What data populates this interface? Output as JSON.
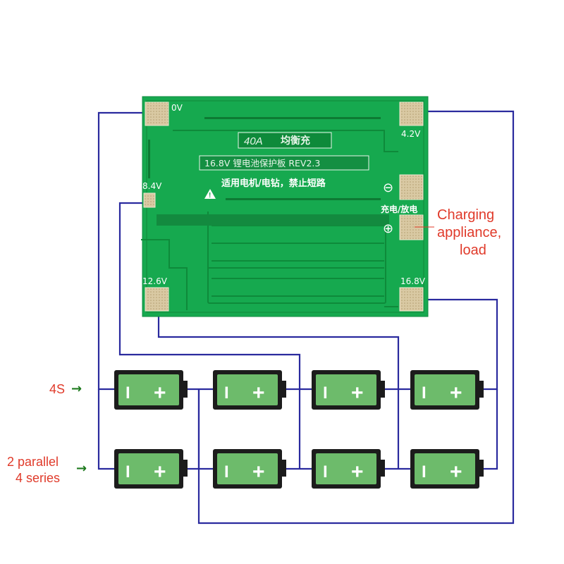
{
  "board": {
    "model_label": "40A",
    "model_label_cn": "均衡充",
    "spec_label": "16.8V 锂电池保护板 REV2.3",
    "warning_text": "适用电机/电钻，禁止短路",
    "warning_symbol": "!",
    "pad_labels": {
      "v0": "0V",
      "v42": "4.2V",
      "v84": "8.4V",
      "v126": "12.6V",
      "v168": "16.8V"
    },
    "charge_discharge_label": "充电/放电",
    "minus_symbol": "⊖",
    "plus_symbol": "⊕"
  },
  "annotations": {
    "charging_load": [
      "Charging",
      "appliance,",
      "load"
    ],
    "series_4s": "4S",
    "parallel_series": [
      "2 parallel",
      "4 series"
    ],
    "arrow": "→"
  },
  "battery": {
    "minus_label": "I",
    "plus_label": "+"
  },
  "colors": {
    "board": "#16a94f",
    "board_trace": "#0e8a3a",
    "wire": "#2a2a9e",
    "battery_fill": "#6dbb6b",
    "battery_frame": "#1c1c1c",
    "label_red": "#e03a2a",
    "label_green": "#1e7a1e"
  }
}
